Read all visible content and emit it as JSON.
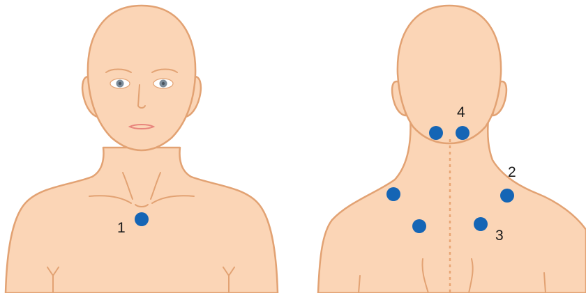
{
  "colors": {
    "skin": "#fbd5b6",
    "outline": "#e2a273",
    "dot": "#1565b5",
    "spine": "#e8a574",
    "eye_white": "#ffffff",
    "iris": "#7d8d9b",
    "lips": "#e8847c",
    "label": "#1a1a1a"
  },
  "labels": {
    "point_1": "1",
    "point_2": "2",
    "point_3": "3",
    "point_4": "4"
  },
  "figures": {
    "front": {
      "view": "front",
      "points": [
        "point_1"
      ]
    },
    "back": {
      "view": "back",
      "points": [
        "point_2",
        "point_3",
        "point_4"
      ]
    }
  }
}
